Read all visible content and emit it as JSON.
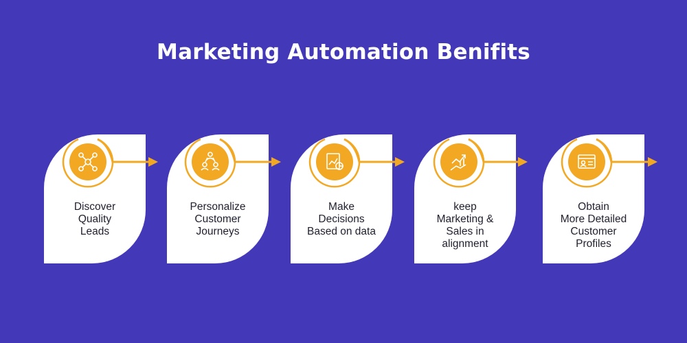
{
  "title": "Marketing Automation Benifits",
  "colors": {
    "background": "#4338b8",
    "card": "#ffffff",
    "accent": "#f2a823",
    "icon_stroke": "#ffffff",
    "text": "#1f1f2e"
  },
  "steps": [
    {
      "icon": "network-users-icon",
      "lines": [
        "Discover",
        "Quality",
        "Leads"
      ]
    },
    {
      "icon": "customer-journey-icon",
      "lines": [
        "Personalize",
        "Customer",
        "Journeys"
      ]
    },
    {
      "icon": "data-analysis-icon",
      "lines": [
        "Make",
        "Decisions",
        "Based on data"
      ]
    },
    {
      "icon": "growth-handshake-icon",
      "lines": [
        "keep",
        "Marketing &",
        "Sales in",
        "alignment"
      ]
    },
    {
      "icon": "profile-card-icon",
      "lines": [
        "Obtain",
        "More Detailed",
        "Customer",
        "Profiles"
      ]
    }
  ]
}
